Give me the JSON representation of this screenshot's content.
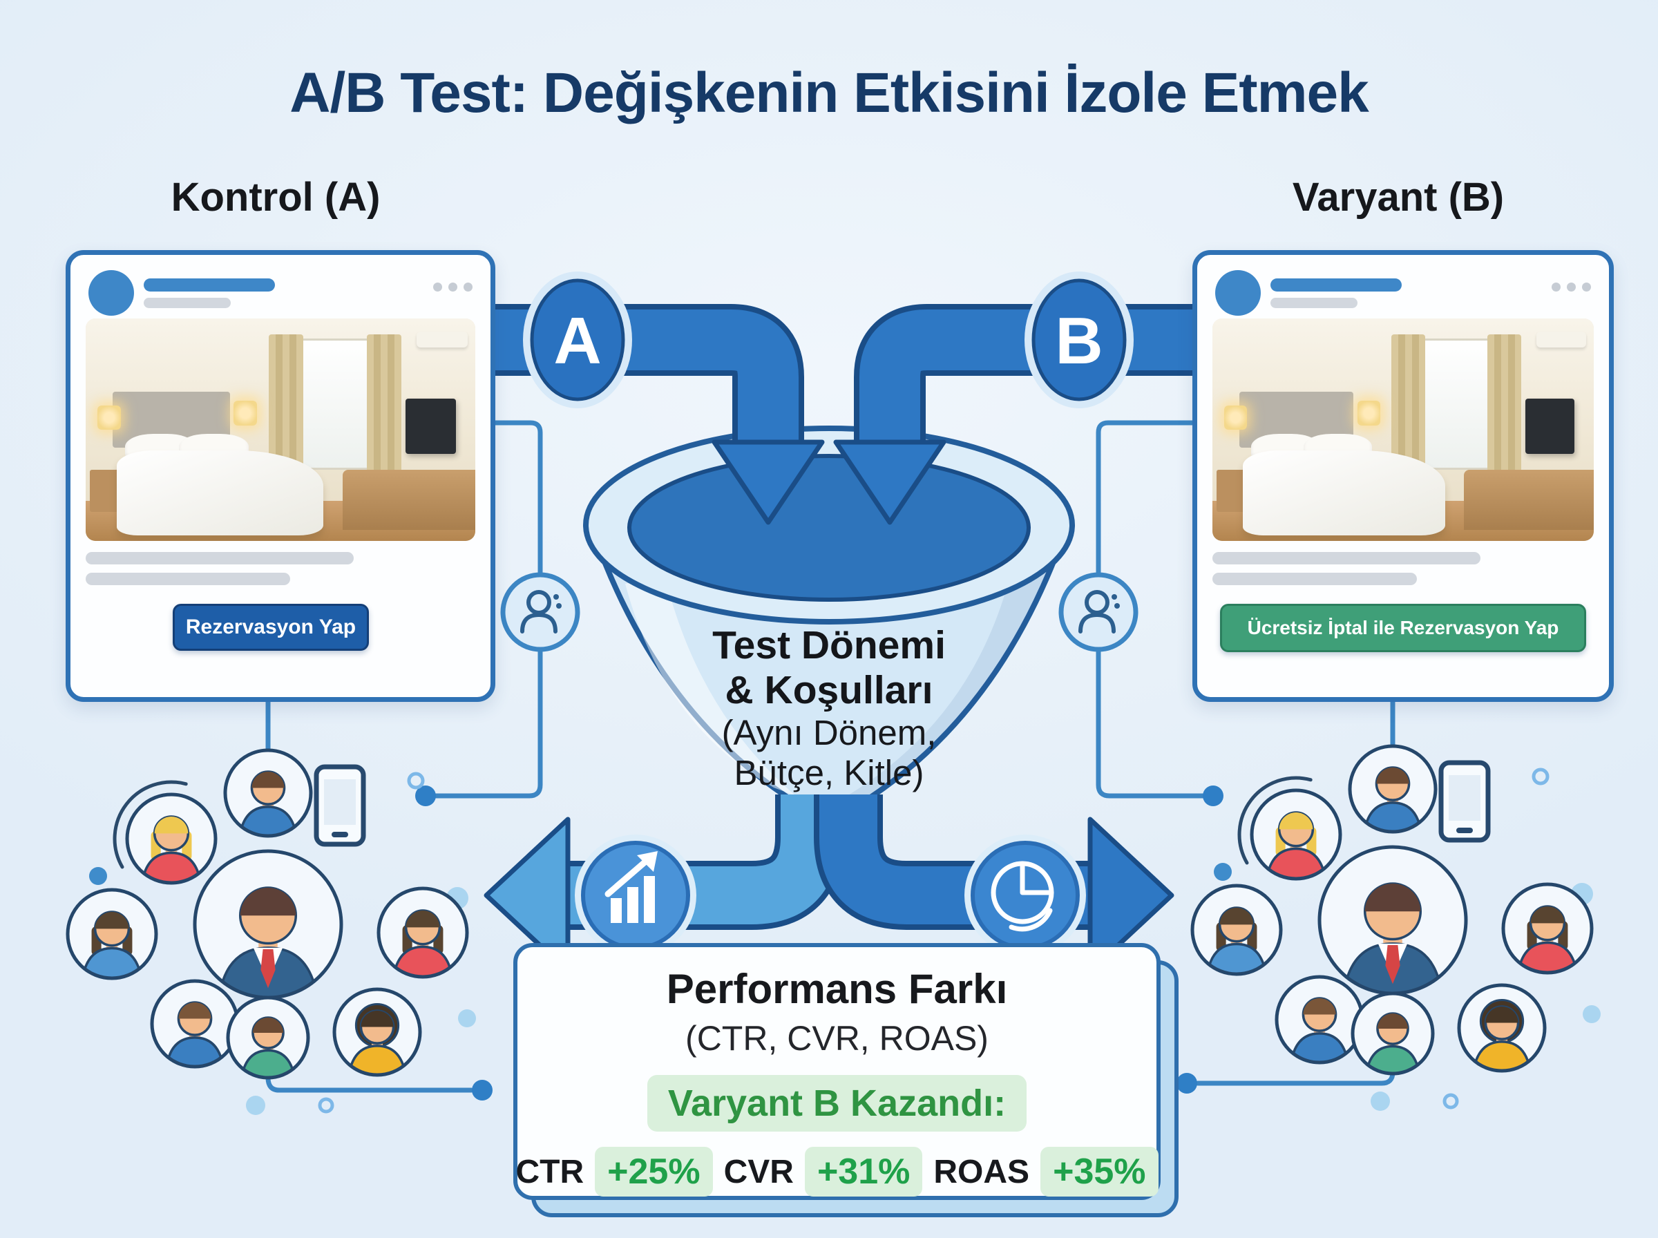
{
  "title": "A/B Test: Değişkenin Etkisini İzole Etmek",
  "control": {
    "heading": "Kontrol (A)",
    "badge": "A",
    "cta": "Rezervasyon Yap"
  },
  "variant": {
    "heading": "Varyant (B)",
    "badge": "B",
    "cta": "Ücretsiz İptal ile Rezervasyon Yap"
  },
  "funnel": {
    "line1": "Test Dönemi",
    "line2": "& Koşulları",
    "line3": "(Aynı Dönem,",
    "line4": "Bütçe, Kitle)"
  },
  "performance": {
    "title": "Performans Farkı",
    "subtitle": "(CTR, CVR, ROAS)",
    "winner": "Varyant B Kazandı:",
    "metrics": [
      {
        "label": "CTR",
        "value": "+25%"
      },
      {
        "label": "CVR",
        "value": "+31%"
      },
      {
        "label": "ROAS",
        "value": "+35%"
      }
    ]
  },
  "icons": {
    "left_flow": "bar-chart-icon",
    "right_flow": "pie-chart-icon",
    "connector_badges": "person-badge-icon",
    "cluster_device": "phone-icon",
    "card_menu": "ellipsis-icon"
  },
  "colors": {
    "title": "#163a67",
    "card_border": "#2f72b5",
    "bar_blue": "#3e87c8",
    "bar_gray": "#d2d7de",
    "cta_primary": "#1e5ea8",
    "cta_variant": "#3f9f78",
    "arrow_blue": "#2e78c4",
    "arrow_light": "#57a6dd",
    "arrow_outline": "#1a4d87",
    "funnel_fill": "#d4e8f7",
    "funnel_dark": "#2e74bb",
    "funnel_outline": "#235d9b",
    "connector": "#3c86c4",
    "green_text": "#2f9442",
    "green_value": "#1fa14a",
    "green_pill": "#daf0dc",
    "box_border": "#2f6fad",
    "box_shadow_fill": "#bcdcf2"
  },
  "audience": {
    "clusters": 2,
    "avatars": [
      {
        "slot": "top",
        "style": "short",
        "hair": "#6b4a33",
        "shirt": "#3a7fc1"
      },
      {
        "slot": "top-left",
        "style": "blonde",
        "hair": "#eec850",
        "shirt": "#e8535a"
      },
      {
        "slot": "left",
        "style": "long",
        "hair": "#584430",
        "shirt": "#4f96d2"
      },
      {
        "slot": "center",
        "style": "suit",
        "hair": "#5d4037",
        "shirt": "#33638f",
        "tie": "#d64545"
      },
      {
        "slot": "right",
        "style": "long",
        "hair": "#584430",
        "shirt": "#e8535a"
      },
      {
        "slot": "bottom-left",
        "style": "short",
        "hair": "#7a5639",
        "shirt": "#3a7fc1"
      },
      {
        "slot": "bottom",
        "style": "short",
        "hair": "#6b4a33",
        "shirt": "#4cae8d"
      },
      {
        "slot": "bottom-right",
        "style": "afro",
        "hair": "#463626",
        "shirt": "#f0b429"
      }
    ]
  }
}
